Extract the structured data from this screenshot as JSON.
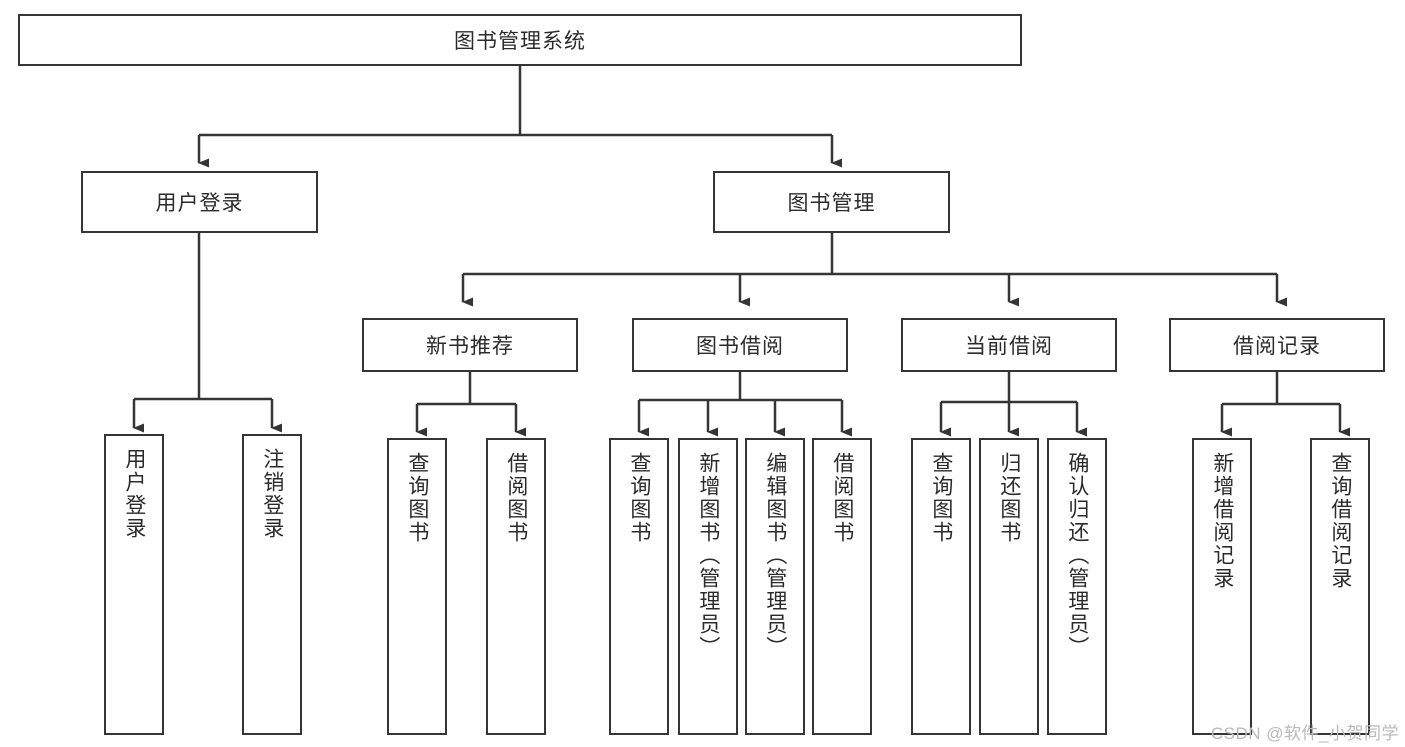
{
  "diagram": {
    "title": "图书管理系统",
    "watermark": "CSDN @软件_小贺同学",
    "colors": {
      "background": "#ffffff",
      "node_border": "#353535",
      "node_fill": "#ffffff",
      "text": "#2b2b2b",
      "edge": "#353535",
      "watermark": "#b9b9b9"
    },
    "nodes": {
      "root": {
        "label": "图书管理系统",
        "level": 0,
        "orientation": "horizontal"
      },
      "user_login": {
        "label": "用户登录",
        "level": 1,
        "orientation": "horizontal"
      },
      "book_manage": {
        "label": "图书管理",
        "level": 1,
        "orientation": "horizontal"
      },
      "new_book_rec": {
        "label": "新书推荐",
        "level": 2,
        "orientation": "horizontal"
      },
      "book_borrow": {
        "label": "图书借阅",
        "level": 2,
        "orientation": "horizontal"
      },
      "current_borrow": {
        "label": "当前借阅",
        "level": 2,
        "orientation": "horizontal"
      },
      "borrow_record": {
        "label": "借阅记录",
        "level": 2,
        "orientation": "horizontal"
      },
      "leaf_user_login": {
        "label": "用户登录",
        "level": 3,
        "orientation": "vertical"
      },
      "leaf_logout": {
        "label": "注销登录",
        "level": 3,
        "orientation": "vertical"
      },
      "leaf_query_book_1": {
        "label": "查询图书",
        "level": 3,
        "orientation": "vertical"
      },
      "leaf_borrow_book_1": {
        "label": "借阅图书",
        "level": 3,
        "orientation": "vertical"
      },
      "leaf_query_book_2": {
        "label": "查询图书",
        "level": 3,
        "orientation": "vertical"
      },
      "leaf_add_book": {
        "label": "新增图书（管理员）",
        "level": 3,
        "orientation": "vertical"
      },
      "leaf_edit_book": {
        "label": "编辑图书（管理员）",
        "level": 3,
        "orientation": "vertical"
      },
      "leaf_borrow_book_2": {
        "label": "借阅图书",
        "level": 3,
        "orientation": "vertical"
      },
      "leaf_query_book_3": {
        "label": "查询图书",
        "level": 3,
        "orientation": "vertical"
      },
      "leaf_return_book": {
        "label": "归还图书",
        "level": 3,
        "orientation": "vertical"
      },
      "leaf_confirm_return": {
        "label": "确认归还（管理员）",
        "level": 3,
        "orientation": "vertical"
      },
      "leaf_add_record": {
        "label": "新增借阅记录",
        "level": 3,
        "orientation": "vertical"
      },
      "leaf_query_record": {
        "label": "查询借阅记录",
        "level": 3,
        "orientation": "vertical"
      }
    },
    "edges": [
      {
        "from": "root",
        "to": "user_login"
      },
      {
        "from": "root",
        "to": "book_manage"
      },
      {
        "from": "user_login",
        "to": "leaf_user_login"
      },
      {
        "from": "user_login",
        "to": "leaf_logout"
      },
      {
        "from": "book_manage",
        "to": "new_book_rec"
      },
      {
        "from": "book_manage",
        "to": "book_borrow"
      },
      {
        "from": "book_manage",
        "to": "current_borrow"
      },
      {
        "from": "book_manage",
        "to": "borrow_record"
      },
      {
        "from": "new_book_rec",
        "to": "leaf_query_book_1"
      },
      {
        "from": "new_book_rec",
        "to": "leaf_borrow_book_1"
      },
      {
        "from": "book_borrow",
        "to": "leaf_query_book_2"
      },
      {
        "from": "book_borrow",
        "to": "leaf_add_book"
      },
      {
        "from": "book_borrow",
        "to": "leaf_edit_book"
      },
      {
        "from": "book_borrow",
        "to": "leaf_borrow_book_2"
      },
      {
        "from": "current_borrow",
        "to": "leaf_query_book_3"
      },
      {
        "from": "current_borrow",
        "to": "leaf_return_book"
      },
      {
        "from": "current_borrow",
        "to": "leaf_confirm_return"
      },
      {
        "from": "borrow_record",
        "to": "leaf_add_record"
      },
      {
        "from": "borrow_record",
        "to": "leaf_query_record"
      }
    ]
  }
}
